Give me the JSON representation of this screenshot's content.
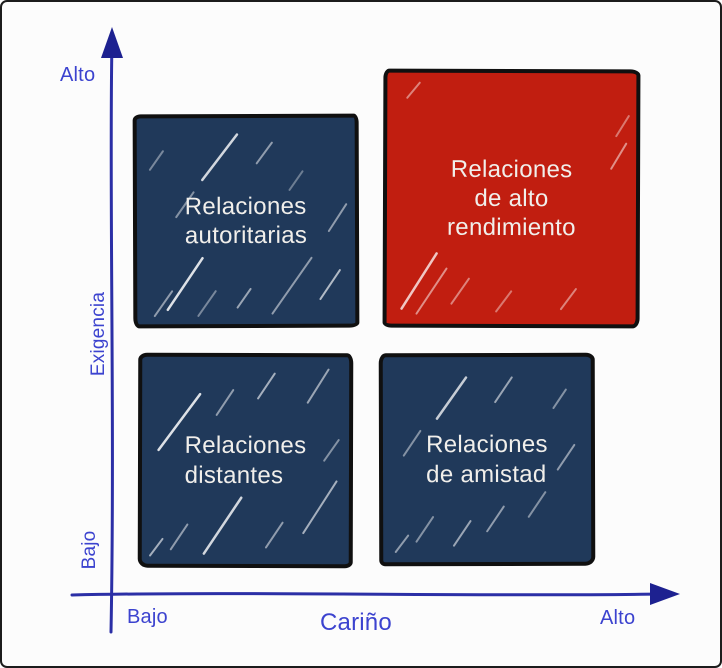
{
  "figure": {
    "background_color": "#fcfcfc",
    "frame_border_color": "#1c1c1c",
    "style": "hand-drawn sketch 2x2 matrix"
  },
  "axes": {
    "line_color": "#2b2fa6",
    "arrow_color": "#1d2190",
    "label_color": "#3c43cf",
    "y": {
      "title": "Exigencia",
      "high": "Alto",
      "low": "Bajo"
    },
    "x": {
      "title": "Cariño",
      "low": "Bajo",
      "high": "Alto"
    }
  },
  "quadrants": [
    {
      "position": "top-left",
      "x_level": "Bajo",
      "y_level": "Alto",
      "label": "Relaciones\nautoritarias",
      "fill_color": "#20395a",
      "text_color": "#f1efeb",
      "highlight": false
    },
    {
      "position": "top-right",
      "x_level": "Alto",
      "y_level": "Alto",
      "label": "Relaciones\nde alto\nrendimiento",
      "fill_color": "#c11e10",
      "text_color": "#f1efeb",
      "highlight": true
    },
    {
      "position": "bottom-left",
      "x_level": "Bajo",
      "y_level": "Bajo",
      "label": "Relaciones\ndistantes",
      "fill_color": "#20395a",
      "text_color": "#f1efeb",
      "highlight": false
    },
    {
      "position": "bottom-right",
      "x_level": "Alto",
      "y_level": "Bajo",
      "label": "Relaciones\nde amistad",
      "fill_color": "#20395a",
      "text_color": "#f1efeb",
      "highlight": false
    }
  ]
}
